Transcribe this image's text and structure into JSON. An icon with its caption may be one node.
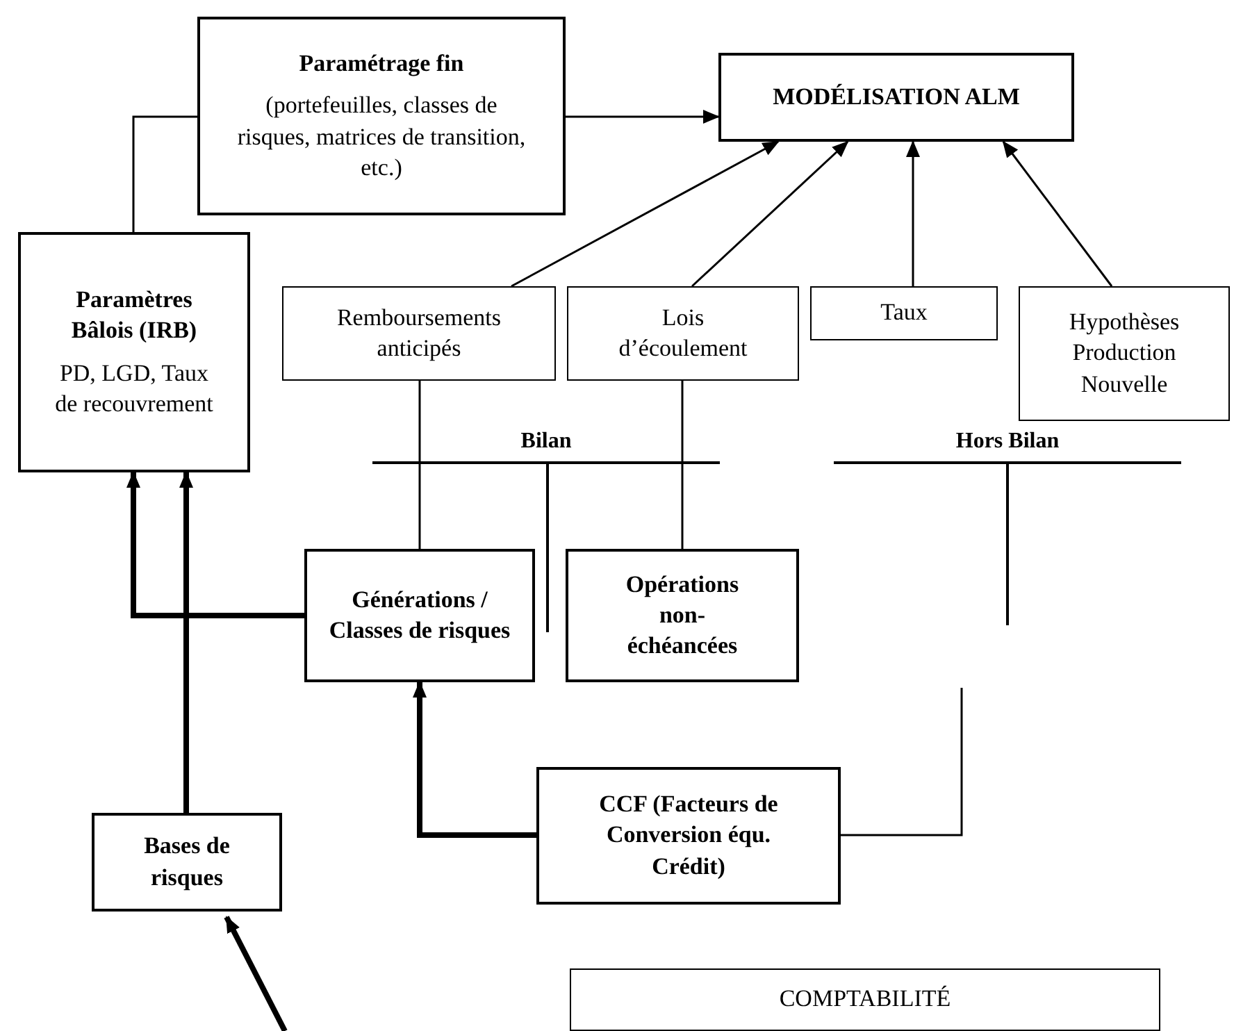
{
  "diagram": {
    "nodes": [
      {
        "text": [
          "Paramétrage fin",
          "(portefeuilles, classes de risques, matrices de transition, etc.)"
        ]
      },
      {
        "text": [
          "MODÉLISATION ALM"
        ]
      },
      {
        "text": [
          "Paramètres Bâlois (IRB)",
          "PD, LGD, Taux de recouvrement"
        ]
      },
      {
        "text": [
          "Remboursements anticipés"
        ]
      },
      {
        "text": [
          "Lois d’écoulement"
        ]
      },
      {
        "text": [
          "Taux"
        ]
      },
      {
        "text": [
          "Hypothèses Production Nouvelle"
        ]
      },
      {
        "text": [
          "Générations / Classes de risques"
        ]
      },
      {
        "text": [
          "Opérations non-échéancées"
        ]
      },
      {
        "text": [
          "CCF (Facteurs de Conversion équ. Crédit)"
        ]
      },
      {
        "text": [
          "Bases de risques"
        ]
      },
      {
        "text": [
          "COMPTABILITÉ"
        ]
      }
    ],
    "edges": [
      {
        "from": 0,
        "to": 1,
        "arrow": "to"
      },
      {
        "from": 0,
        "to": 2,
        "arrow": "none"
      },
      {
        "from": 3,
        "to": 1,
        "arrow": "to"
      },
      {
        "from": 4,
        "to": 1,
        "arrow": "to"
      },
      {
        "from": 5,
        "to": 1,
        "arrow": "to"
      },
      {
        "from": 6,
        "to": 1,
        "arrow": "to"
      },
      {
        "from": 3,
        "to": 7,
        "arrow": "none"
      },
      {
        "from": 4,
        "to": 8,
        "arrow": "none"
      },
      {
        "from": 7,
        "to": 2,
        "arrow": "to",
        "style": "thick"
      },
      {
        "from": 10,
        "to": 2,
        "arrow": "to",
        "style": "thick"
      },
      {
        "from": 9,
        "to": 7,
        "arrow": "to",
        "style": "thick"
      },
      {
        "from": 9,
        "to": null,
        "arrow": "none"
      },
      {
        "from": null,
        "to": 10,
        "arrow": "to",
        "style": "thick"
      }
    ],
    "labels": [
      "Bilan",
      "Hors Bilan"
    ]
  }
}
